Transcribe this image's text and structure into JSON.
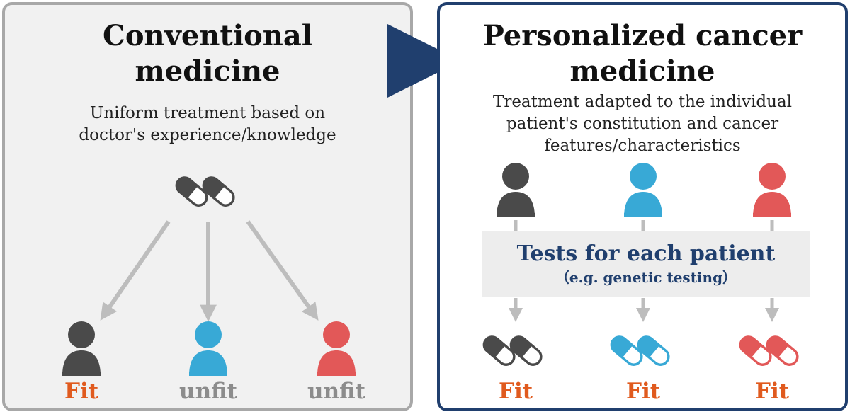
{
  "colors": {
    "dark": "#4a4a4a",
    "blue": "#38a9d6",
    "red": "#e25858",
    "fit": "#e05a1e",
    "unfit": "#8c8c8c",
    "navy": "#203f6e",
    "arrow_gray": "#bdbdbd"
  },
  "left": {
    "title": "Conventional\nmedicine",
    "description": "Uniform treatment based on\ndoctor's experience/knowledge",
    "pill_icon": "capsule-pair-icon",
    "patients": [
      {
        "icon": "person-icon",
        "color": "dark",
        "result": "Fit"
      },
      {
        "icon": "person-icon",
        "color": "blue",
        "result": "unfit"
      },
      {
        "icon": "person-icon",
        "color": "red",
        "result": "unfit"
      }
    ]
  },
  "transition_icon": "right-triangle-arrow-icon",
  "right": {
    "title": "Personalized cancer\nmedicine",
    "description": "Treatment adapted to the individual\npatient's constitution and cancer\nfeatures/characteristics",
    "tests": {
      "title": "Tests for each patient",
      "subtitle": "（e.g. genetic testing）"
    },
    "patients": [
      {
        "icon": "person-icon",
        "color": "dark",
        "pill_icon": "capsule-pair-icon",
        "result": "Fit"
      },
      {
        "icon": "person-icon",
        "color": "blue",
        "pill_icon": "capsule-pair-icon",
        "result": "Fit"
      },
      {
        "icon": "person-icon",
        "color": "red",
        "pill_icon": "capsule-pair-icon",
        "result": "Fit"
      }
    ]
  }
}
